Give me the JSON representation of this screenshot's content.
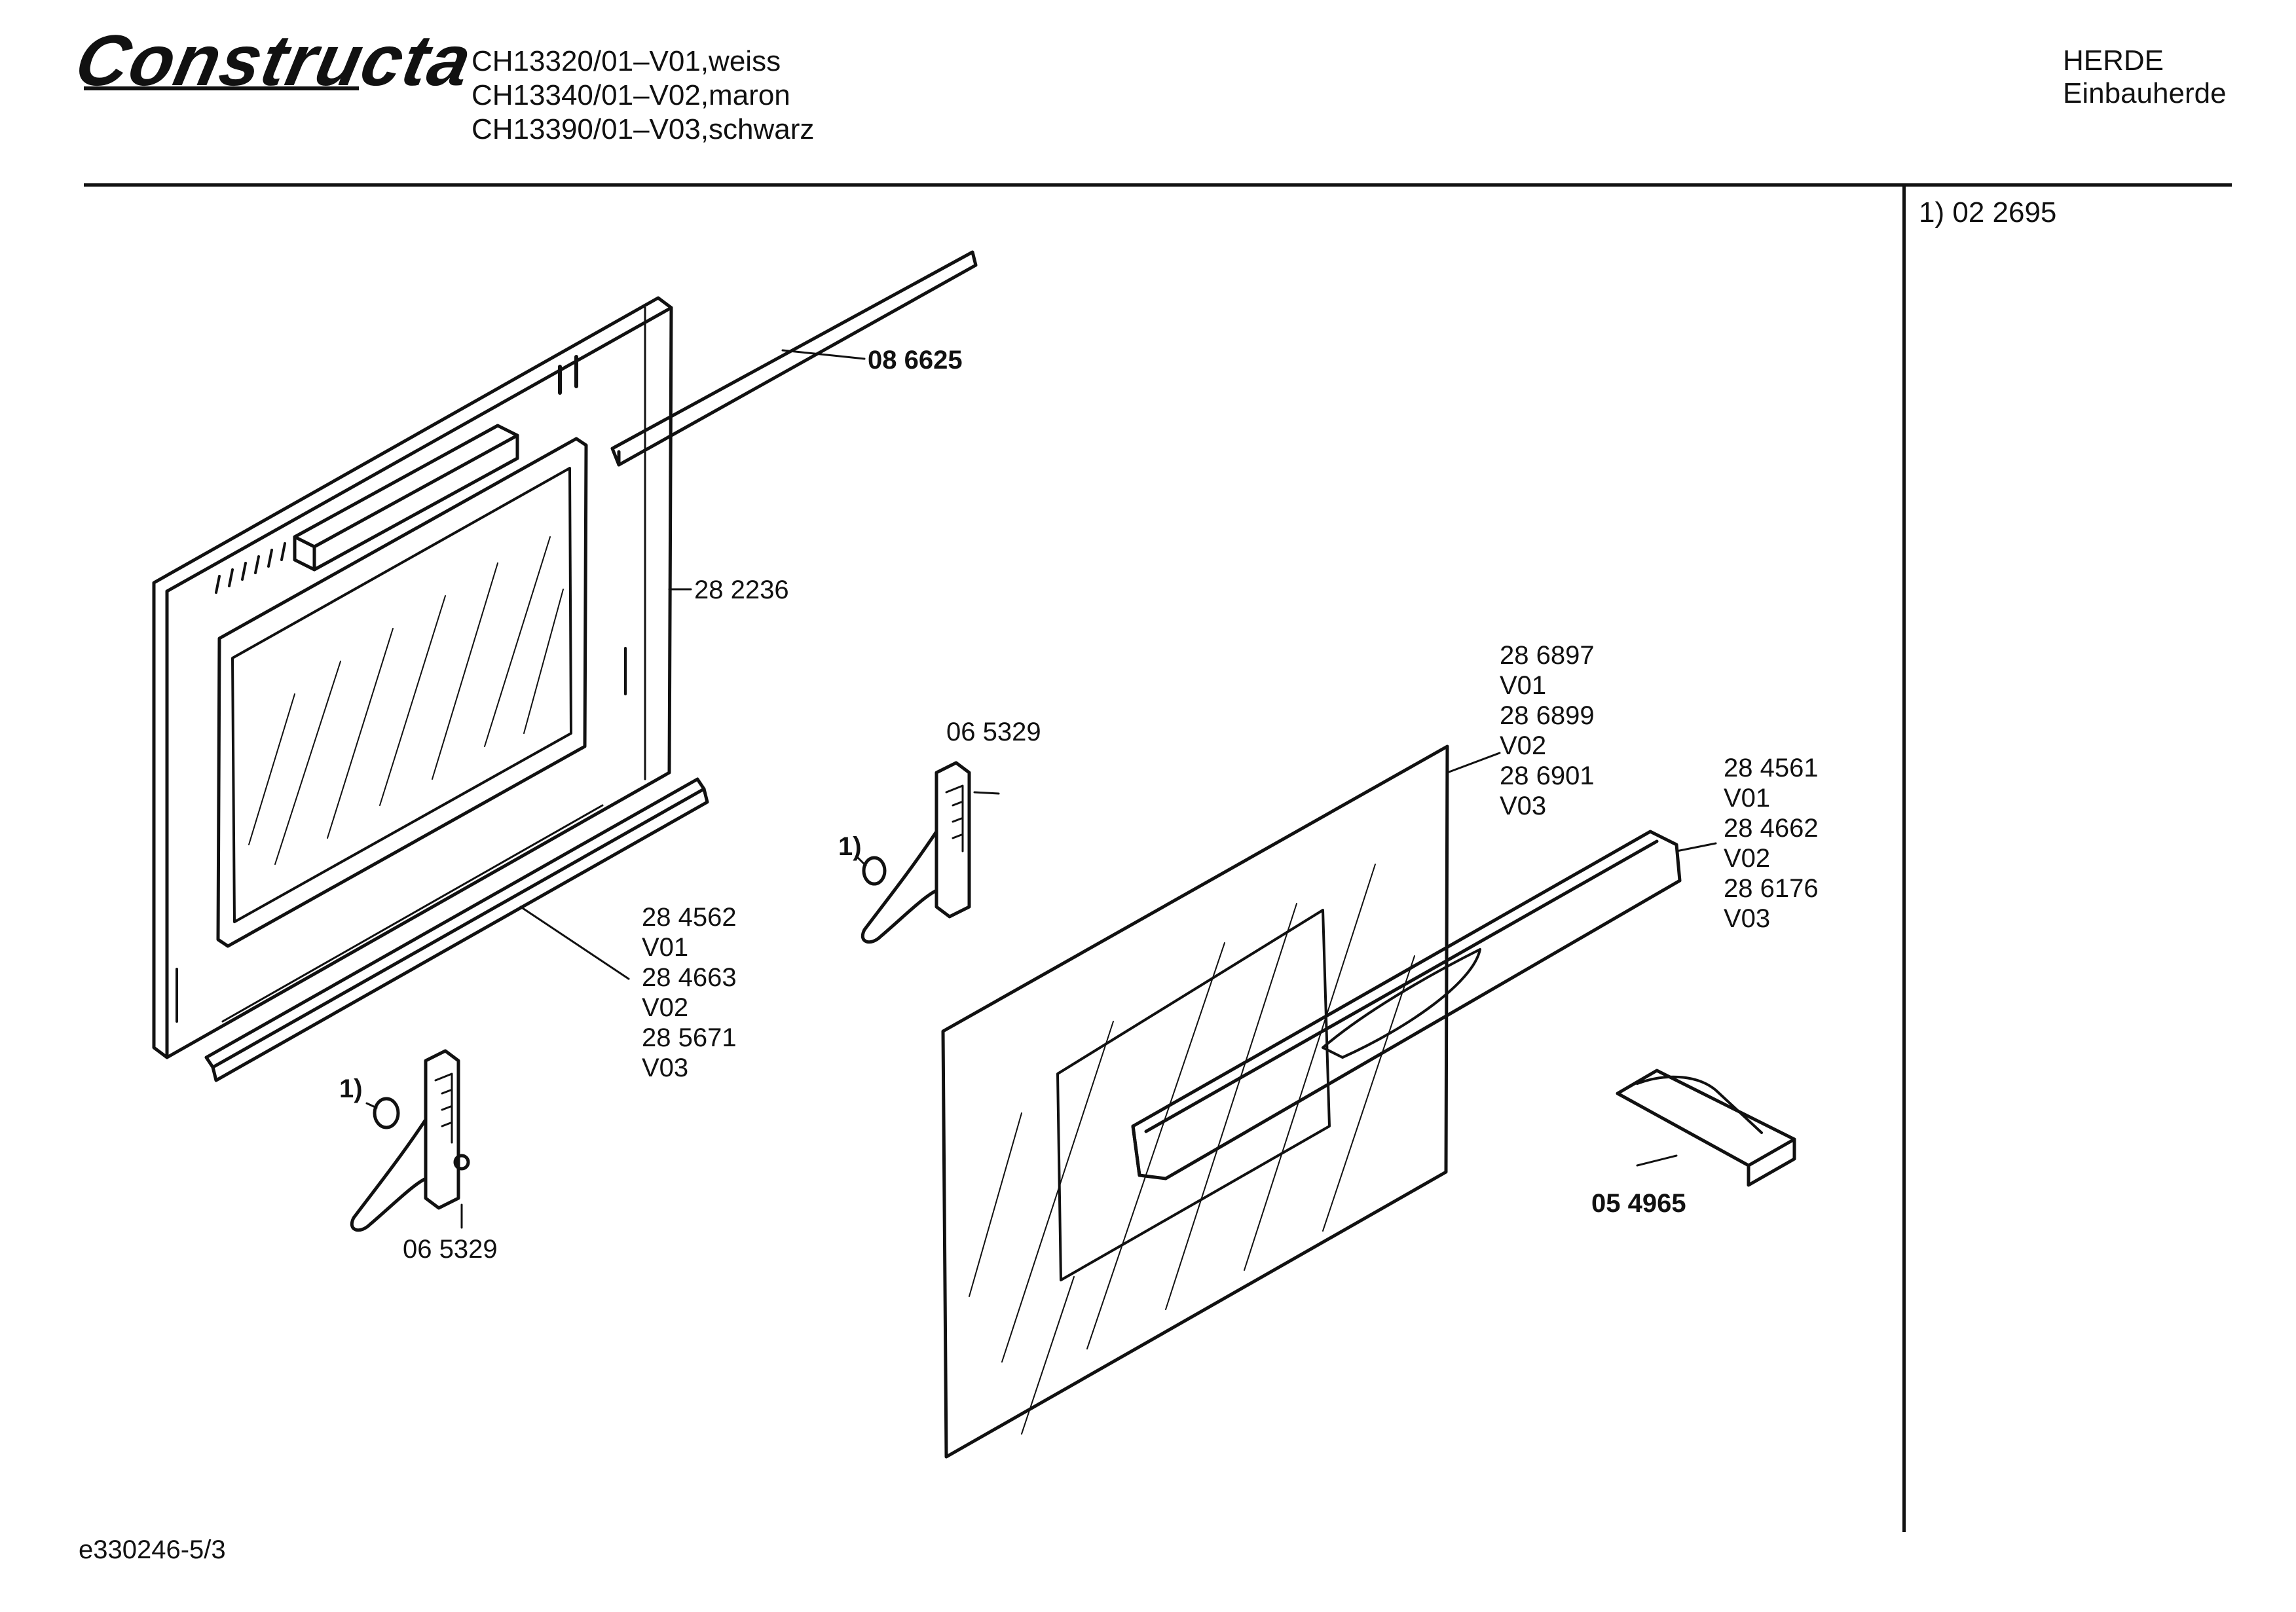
{
  "header": {
    "brand": "Constructa",
    "models": [
      "CH13320/01–V01,weiss",
      "CH13340/01–V02,maron",
      "CH13390/01–V03,schwarz"
    ],
    "category": [
      "HERDE",
      "Einbauherde"
    ]
  },
  "note": "1)  02 2695",
  "footer_code": "e330246-5/3",
  "parts": {
    "seal": "08 6625",
    "inner_frame": "28 2236",
    "hinge_top_code": "06 5329",
    "hinge_top_ref": "1)",
    "hinge_bottom_ref": "1)",
    "hinge_bottom_code": "06 5329",
    "bottom_strip": [
      "28 4562",
      "V01",
      "28 4663",
      "V02",
      "28 5671",
      "V03"
    ],
    "front_glass": [
      "28 6897",
      "V01",
      "28 6899",
      "V02",
      "28 6901",
      "V03"
    ],
    "handle": [
      "28 4561",
      "V01",
      "28 4662",
      "V02",
      "28 6176",
      "V03"
    ],
    "clip": "05 4965"
  }
}
